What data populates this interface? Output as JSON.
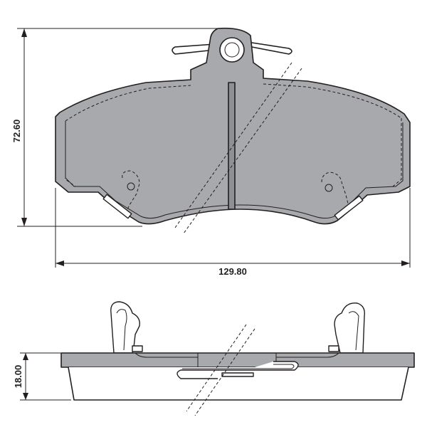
{
  "drawing": {
    "units": "mm",
    "colors": {
      "pad_fill": "#a7a9ac",
      "line": "#231f20",
      "background": "#ffffff"
    },
    "dimensions": {
      "height": "72.60",
      "width": "129.80",
      "thickness": "18.00"
    }
  }
}
